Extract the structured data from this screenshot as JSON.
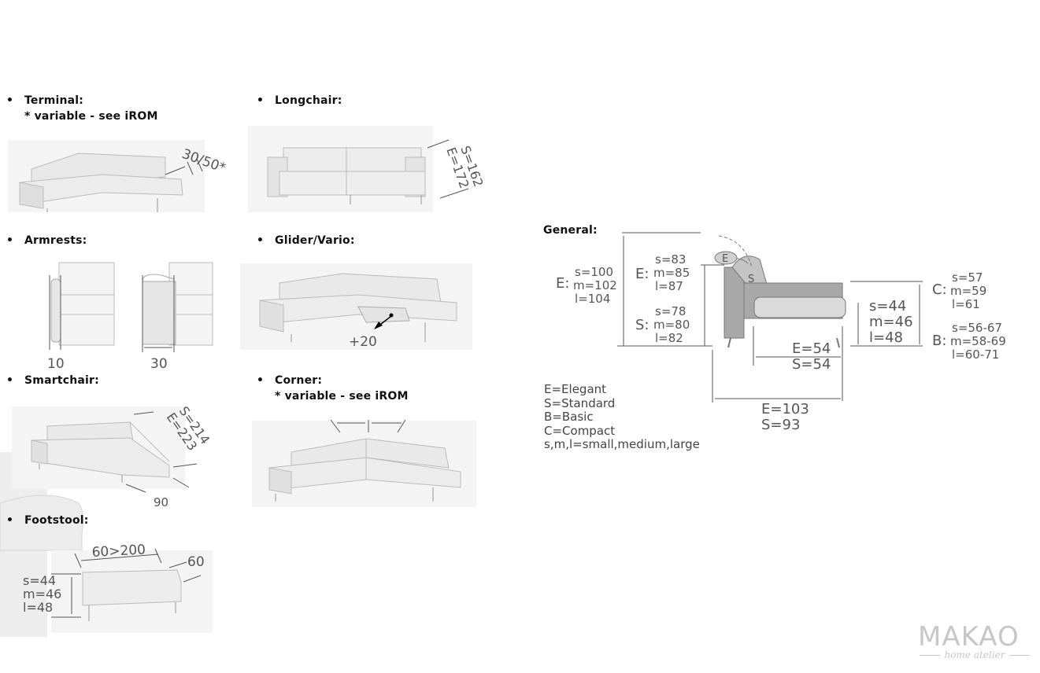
{
  "sections": {
    "terminal": {
      "title": "Terminal:",
      "note": "* variable - see iROM",
      "dim": "30/50*"
    },
    "longchair": {
      "title": "Longchair:",
      "dim_s": "S=162",
      "dim_e": "E=172"
    },
    "armrests": {
      "title": "Armrests:",
      "dim_a": "10",
      "dim_b": "30"
    },
    "glider": {
      "title": "Glider/Vario:",
      "dim": "+20"
    },
    "smartchair": {
      "title": "Smartchair:",
      "dim_s": "S=214",
      "dim_e": "E=223",
      "dim_depth": "90"
    },
    "corner": {
      "title": "Corner:",
      "note": "* variable - see iROM"
    },
    "footstool": {
      "title": "Footstool:",
      "dim_len": "60>200",
      "dim_depth": "60",
      "h_s": "s=44",
      "h_m": "m=46",
      "h_l": "l=48"
    }
  },
  "general": {
    "title": "General:",
    "e_total": {
      "prefix": "E:",
      "s": "s=100",
      "m": "m=102",
      "l": "l=104"
    },
    "e_seat": {
      "prefix": "E:",
      "s": "s=83",
      "m": "m=85",
      "l": "l=87"
    },
    "s_seat": {
      "prefix": "S:",
      "s": "s=78",
      "m": "m=80",
      "l": "l=82"
    },
    "marker_e": "E",
    "marker_s": "S",
    "c_height": {
      "prefix": "C:",
      "s": "s=57",
      "m": "m=59",
      "l": "l=61"
    },
    "b_height": {
      "prefix": "B:",
      "s": "s=56-67",
      "m": "m=58-69",
      "l": "l=60-71"
    },
    "seat_height": {
      "s": "s=44",
      "m": "m=46",
      "l": "l=48"
    },
    "seat_depth": {
      "e": "E=54",
      "s": "S=54"
    },
    "total_depth": {
      "e": "E=103",
      "s": "S=93"
    }
  },
  "legend": [
    "E=Elegant",
    "S=Standard",
    "B=Basic",
    "C=Compact",
    "s,m,l=small,medium,large"
  ],
  "logo": {
    "name": "MAKAO",
    "tagline": "home atelier"
  }
}
